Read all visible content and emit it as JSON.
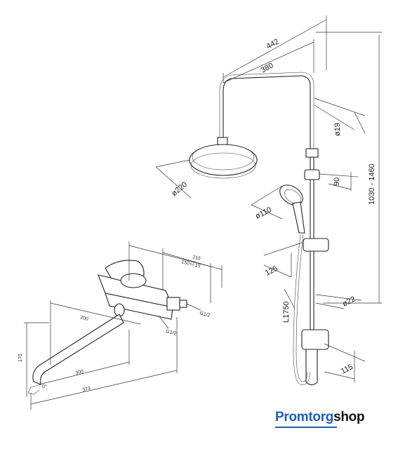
{
  "dimensions": {
    "width_442": "442",
    "width_380": "380",
    "pipe_19": "ø19",
    "head_220": "ø220",
    "holder_90": "90",
    "height_range": "1030 - 1460",
    "hand_110": "ø110",
    "slider_125": "125",
    "rail_22": "ø22",
    "hose_1750": "L1750",
    "bracket_115": "115",
    "mixer_215": "215",
    "mixer_150": "150+/-15",
    "thread_half": "G1/2",
    "spout_200": "200",
    "mixer_170": "170",
    "spout_300": "300",
    "spout_373": "373",
    "angle": "0°"
  },
  "brand": {
    "part1": "Promtorg",
    "part2": "shop"
  },
  "colors": {
    "brand_blue": "#1f5fb4",
    "brand_dark": "#111111",
    "line": "#222222"
  }
}
